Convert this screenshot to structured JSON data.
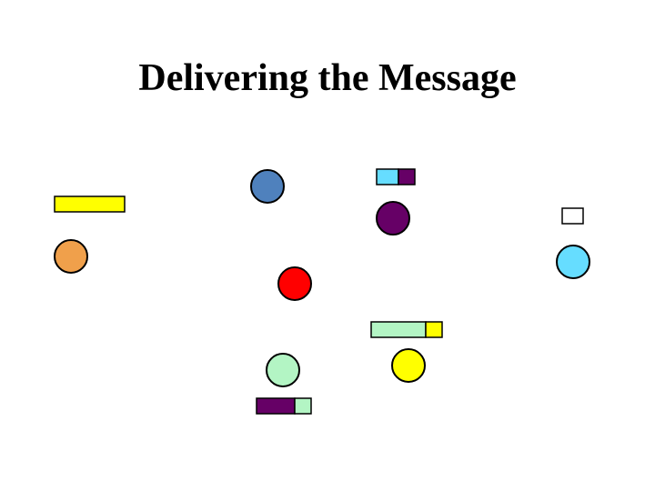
{
  "slide": {
    "title": "Delivering the Message"
  },
  "colors": {
    "outline": "#000000",
    "orange": "#F0A04B",
    "steel_blue": "#4F81BD",
    "purple": "#660066",
    "red": "#FF0000",
    "light_green": "#B3F5C4",
    "yellow": "#FFFF00",
    "sky_blue": "#66DDFF",
    "white": "#FFFFFF"
  },
  "nodes": [
    {
      "id": "orange-circle",
      "color": "orange"
    },
    {
      "id": "blue-circle",
      "color": "steel_blue"
    },
    {
      "id": "purple-circle",
      "color": "purple"
    },
    {
      "id": "red-circle",
      "color": "red"
    },
    {
      "id": "green-circle",
      "color": "light_green"
    },
    {
      "id": "yellow-circle",
      "color": "yellow"
    },
    {
      "id": "skyblue-circle",
      "color": "sky_blue"
    }
  ],
  "messages": [
    {
      "id": "yellow-message",
      "segments": [
        "yellow"
      ]
    },
    {
      "id": "skyblue-purple-message",
      "segments": [
        "sky_blue",
        "purple"
      ]
    },
    {
      "id": "empty-message",
      "segments": [
        "white"
      ]
    },
    {
      "id": "green-yellow-message",
      "segments": [
        "light_green",
        "yellow"
      ]
    },
    {
      "id": "purple-green-message",
      "segments": [
        "purple",
        "light_green"
      ]
    }
  ]
}
